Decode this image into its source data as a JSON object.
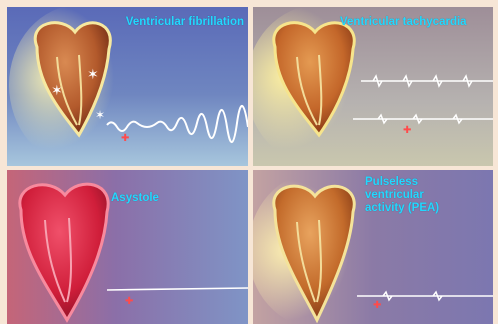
{
  "panels": [
    {
      "id": "vf",
      "label": "Ventricular fibrillation"
    },
    {
      "id": "vt",
      "label": "Ventricular tachycardia"
    },
    {
      "id": "asystole",
      "label": "Asystole"
    },
    {
      "id": "pea",
      "label_lines": [
        "Pulseless",
        "ventricular",
        "activity (PEA)"
      ]
    }
  ],
  "colors": {
    "label": "#22d8ff",
    "page_background": "#f7e6d6"
  }
}
